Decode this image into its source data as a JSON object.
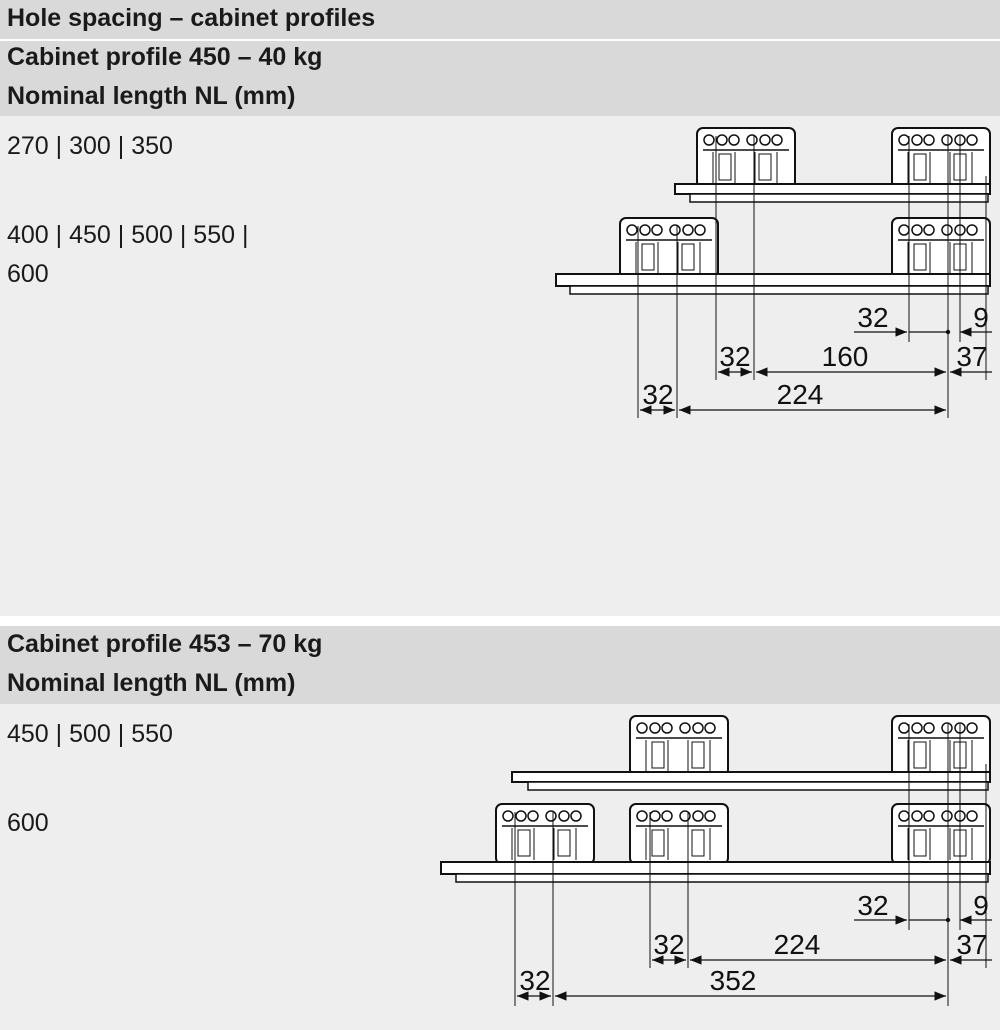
{
  "header": {
    "title": "Hole spacing – cabinet profiles"
  },
  "sections": [
    {
      "profile": "Cabinet profile 450 – 40 kg",
      "nl_label": "Nominal length NL (mm)",
      "lengths": [
        "270 | 300 | 350",
        "400 | 450 | 500 | 550 |",
        "600"
      ],
      "dims": {
        "d32a": "32",
        "d9": "9",
        "d32b": "32",
        "d160": "160",
        "d37": "37",
        "d32c": "32",
        "d224": "224"
      }
    },
    {
      "profile": "Cabinet profile 453 – 70 kg",
      "nl_label": "Nominal length NL (mm)",
      "lengths": [
        "450 | 500 | 550",
        "600"
      ],
      "dims": {
        "d32a": "32",
        "d9": "9",
        "d32b": "32",
        "d224": "224",
        "d37": "37",
        "d32c": "32",
        "d352": "352"
      }
    }
  ]
}
